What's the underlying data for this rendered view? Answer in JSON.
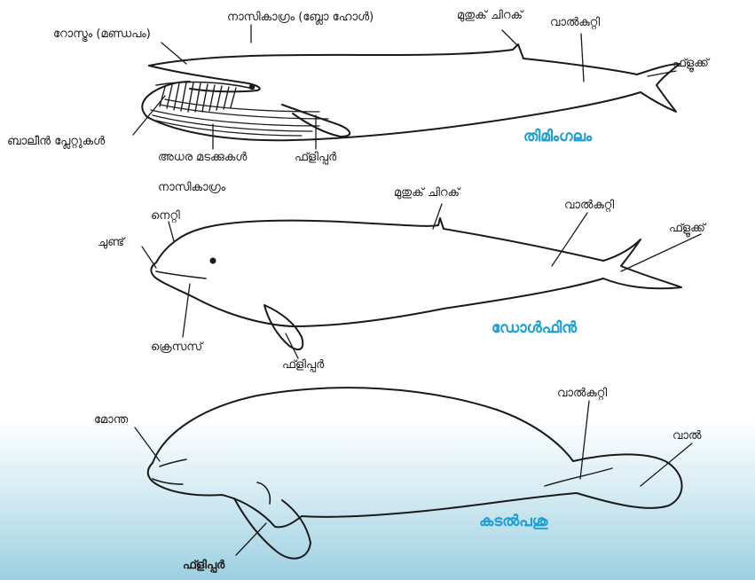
{
  "colors": {
    "title": "#1a9fd6",
    "ink": "#1a1a1a",
    "water": "#9ccfe2"
  },
  "whale": {
    "title": "തിമിംഗലം",
    "labels": {
      "rostrum": "റോസ്ട്രം (മണ്ഡപം)",
      "blowhole": "നാസികാഗ്രം (ബ്ലോ ഹോൾ)",
      "dorsal_fin": "മുതുക് ചിറക്",
      "tail_stock": "വാൽകുറ്റി",
      "fluke": "ഫ്ളൂക്ക്",
      "baleen": "ബാലീൻ പ്ലേറ്റുകൾ",
      "grooves": "അധര മടക്കുകൾ",
      "flipper": "ഫ്ളിപ്പർ"
    }
  },
  "dolphin": {
    "title": "ഡോൾഫിൻ",
    "labels": {
      "blowhole": "നാസികാഗ്രം",
      "dorsal_fin": "മുതുക് ചിറക്",
      "tail_stock": "വാൽകുറ്റി",
      "fluke": "ഫ്ളൂക്ക്",
      "forehead": "നെറ്റി",
      "beak": "ചുണ്ട്",
      "crease": "ക്രെസസ്",
      "flipper": "ഫ്ളിപ്പർ"
    }
  },
  "dugong": {
    "title": "കടൽപശു",
    "labels": {
      "muzzle": "മോന്ത",
      "tail_stock": "വാൽകുറ്റി",
      "tail": "വാൽ",
      "flipper": "ഫ്ളിപ്പർ"
    }
  }
}
